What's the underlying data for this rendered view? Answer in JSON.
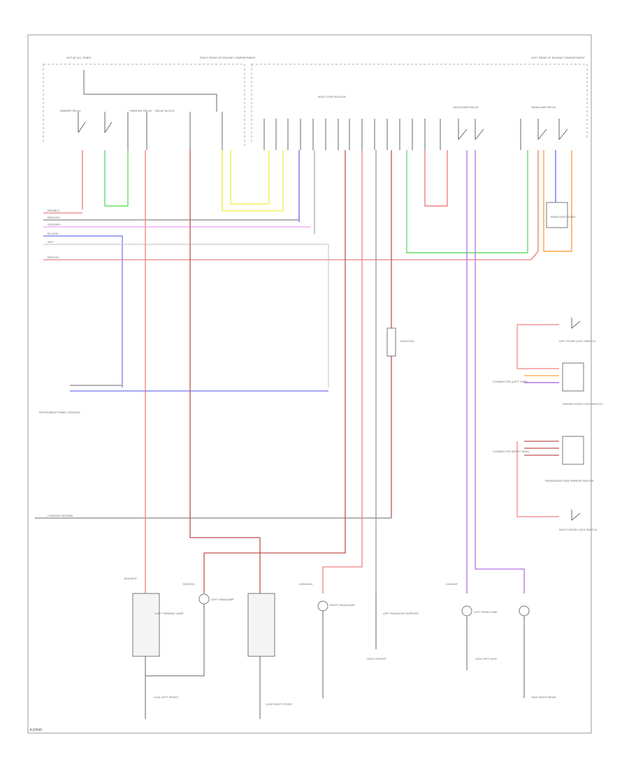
{
  "diagram": {
    "footer_code": "AU0848",
    "headers": {
      "fuse_box": "HOT AT ALL TIMES",
      "right_power_dist": "RIGHT REAR OF ENGINE COMPARTMENT",
      "left_power_dist": "LEFT REAR OF ENGINE COMPARTMENT",
      "dimmer_relay": "DIMMER RELAY",
      "relay_block": "RELAY BLOCK",
      "controller": "BODY CONTROLLER",
      "defogger_relay": "DEFOGGER RELAY",
      "headlamp_relay": "HEADLAMP RELAY",
      "parking_relay": "PARKING RELAY"
    },
    "bus_labels": [
      "RED/BLK",
      "RED/GRY",
      "ORG/GRY",
      "BLU/YEL",
      "GRY",
      "RED/YEL"
    ],
    "components": {
      "rear_defog": "REAR DEFOGGER",
      "passenger_mirror": "PASSENGER SIDE MIRROR SWITCH",
      "left_door": "LEFT DOOR LOCK SWITCH",
      "driver_lock": "DRIVER DOOR LOCK SWITCH",
      "right_door": "RIGHT DOOR LOCK SWITCH",
      "left_parking": "LEFT PARKING LAMP",
      "left_headlamp": "LEFT HEADLAMP",
      "right_headlamp": "RIGHT HEADLAMP",
      "left_rear_lamp": "LEFT REAR LAMP",
      "ground_left_front": "G101 LEFT FRONT",
      "ground_right_front": "G102 RIGHT FRONT",
      "ground_center": "G200 CENTER",
      "ground_left_kick": "G301 LEFT KICK",
      "ground_right_rear": "G302 RIGHT REAR",
      "chassis_ground": "CHASSIS GROUND",
      "radiator_support": "LEFT RADIATOR SUPPORT",
      "instrument_ground": "INSTRUMENT PANEL GROUND",
      "junction": "JUNCTION",
      "connector_left": "CONNECTOR (LEFT SIDE)",
      "connector_right": "CONNECTOR (RIGHT SIDE)"
    },
    "wire_tags": {
      "blk_wht": "BLK/WHT",
      "red_yel": "RED/YEL",
      "orn_grn": "ORN/GRN",
      "vio_wht": "VIO/WHT"
    },
    "wire_colors": {
      "red": "#f08080",
      "green": "#66dd66",
      "yellow": "#f0f050",
      "blue": "#7070ee",
      "purple": "#b070e0",
      "orange": "#ffa040",
      "pink": "#f0a0f0",
      "gray": "#999999",
      "dark_red": "#c05050"
    }
  }
}
